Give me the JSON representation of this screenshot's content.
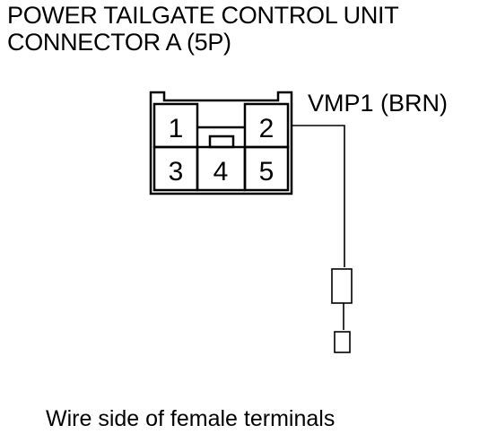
{
  "title": {
    "line1": "POWER TAILGATE CONTROL UNIT",
    "line2": "CONNECTOR A (5P)"
  },
  "connector": {
    "pins": [
      {
        "number": "1"
      },
      {
        "number": "2"
      },
      {
        "number": "3"
      },
      {
        "number": "4"
      },
      {
        "number": "5"
      }
    ]
  },
  "wire_label": "VMP1 (BRN)",
  "caption": "Wire side of female terminals",
  "colors": {
    "line": "#000000",
    "background": "#ffffff"
  }
}
